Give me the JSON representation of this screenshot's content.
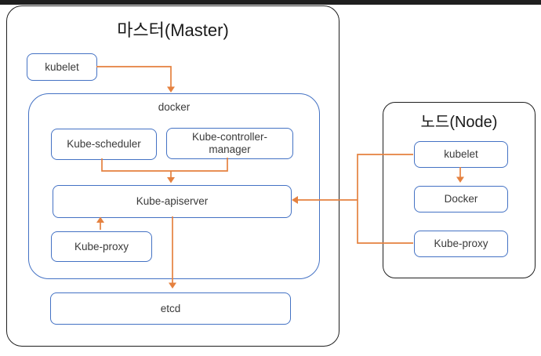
{
  "colors": {
    "bg": "#ffffff",
    "frame-black": "#1f1f1f",
    "box-blue": "#4472c4",
    "line-orange": "#e5813f",
    "text-dark": "#3a3a3a",
    "title-black": "#1a1a1a"
  },
  "master": {
    "title": "마스터(Master)",
    "kubelet_label": "kubelet",
    "docker_label": "docker",
    "scheduler_label": "Kube-scheduler",
    "controller_manager_label": "Kube-controller-\nmanager",
    "apiserver_label": "Kube-apiserver",
    "kube_proxy_label": "Kube-proxy",
    "etcd_label": "etcd"
  },
  "node": {
    "title": "노드(Node)",
    "kubelet_label": "kubelet",
    "docker_label": "Docker",
    "kube_proxy_label": "Kube-proxy"
  },
  "edges": [
    {
      "from": "master.kubelet",
      "to": "master.docker-group",
      "style": "arrow"
    },
    {
      "from": "master.kube-scheduler",
      "to": "master.kube-apiserver",
      "style": "arrow"
    },
    {
      "from": "master.kube-controller-manager",
      "to": "master.kube-apiserver",
      "style": "arrow"
    },
    {
      "from": "master.kube-proxy",
      "to": "master.kube-apiserver",
      "style": "arrow"
    },
    {
      "from": "master.kube-apiserver",
      "to": "master.etcd",
      "style": "arrow"
    },
    {
      "from": "node.kubelet",
      "to": "master.kube-apiserver",
      "style": "arrow"
    },
    {
      "from": "node.kube-proxy",
      "to": "master.kube-apiserver",
      "style": "shared-line"
    },
    {
      "from": "node.kubelet",
      "to": "node.docker",
      "style": "arrow"
    }
  ]
}
